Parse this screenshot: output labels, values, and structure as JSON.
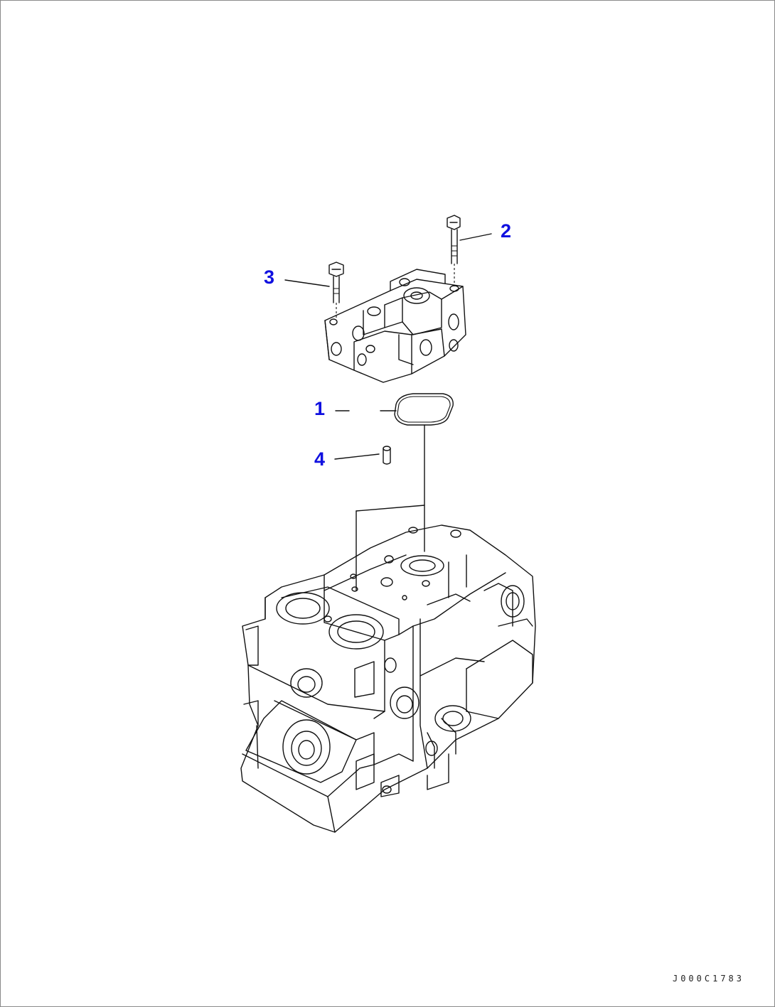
{
  "callouts": [
    {
      "id": "1",
      "label": "1"
    },
    {
      "id": "2",
      "label": "2"
    },
    {
      "id": "3",
      "label": "3"
    },
    {
      "id": "4",
      "label": "4"
    }
  ],
  "drawing_number": "J000C1783",
  "colors": {
    "callout": "#1010e0",
    "line": "#111111",
    "border": "#8a8a8a"
  }
}
